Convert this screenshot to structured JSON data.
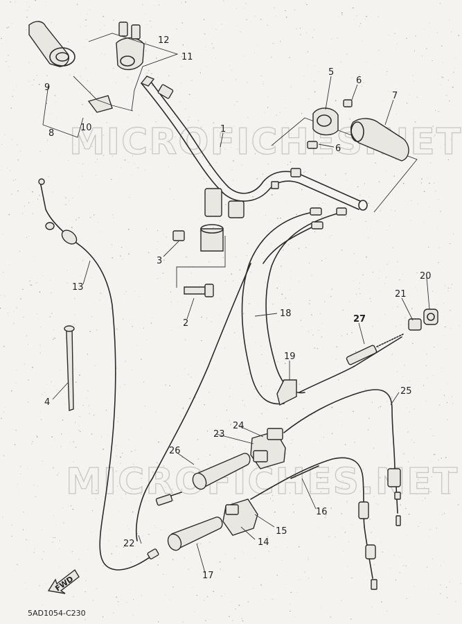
{
  "watermark": "MICROFICHES.NET",
  "drawing_code": "5AD1054-C230",
  "fwd_label": "FWD",
  "callouts": [
    "1",
    "2",
    "3",
    "4",
    "5",
    "6",
    "6",
    "7",
    "8",
    "9",
    "10",
    "11",
    "12",
    "13",
    "14",
    "15",
    "16",
    "17",
    "18",
    "19",
    "20",
    "21",
    "22",
    "23",
    "24",
    "25",
    "26",
    "27"
  ]
}
